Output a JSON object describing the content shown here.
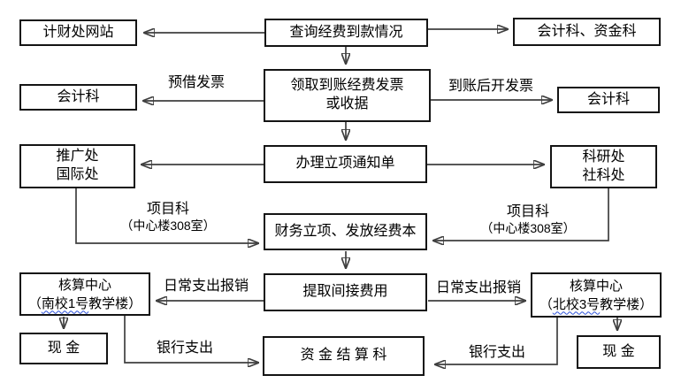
{
  "colors": {
    "box_border": "#141414",
    "arrow": "#3f3f3f",
    "arrowhead": "#000000",
    "wavy_underline": "#2b50d8",
    "background": "#ffffff",
    "text": "#000000"
  },
  "diagram": {
    "boxes": {
      "jicai_website": {
        "label": "计财处网站"
      },
      "query_funds": {
        "label": "查询经费到款情况"
      },
      "kuaiji_zijin": {
        "label": "会计科、资金科"
      },
      "kuaiji_left": {
        "label": "会计科"
      },
      "receive_invoice": {
        "lines": [
          "领取到账经费发票",
          "或收据"
        ]
      },
      "kuaiji_right": {
        "label": "会计科"
      },
      "tuiguang_guoji": {
        "lines": [
          "推广处",
          "国际处"
        ]
      },
      "banli_lixiang": {
        "label": "办理立项通知单"
      },
      "keyan_sheke": {
        "lines": [
          "科研处",
          "社科处"
        ]
      },
      "caiwu_lixiang": {
        "label": "财务立项、发放经费本"
      },
      "hesuan_south": {
        "line1": "核算中心",
        "line2_pre": "（",
        "line2_wavy": "南校1号",
        "line2_post": "教学楼）"
      },
      "tiqu_jianjie": {
        "label": "提取间接费用"
      },
      "hesuan_north": {
        "line1": "核算中心",
        "line2_pre": "（",
        "line2_wavy": "北校3号",
        "line2_post": "教学楼）"
      },
      "cash_south": {
        "label": "现 金"
      },
      "zijin_jiesuan": {
        "label": "资 金 结 算 科"
      },
      "cash_north": {
        "label": "现 金"
      }
    },
    "edge_labels": {
      "yujie_fapiao": "预借发票",
      "daozhang_kai_fapiao": "到账后开发票",
      "xiangmuke_left": {
        "lines": [
          "项目科",
          "（中心楼308室）"
        ]
      },
      "xiangmuke_right": {
        "lines": [
          "项目科",
          "（中心楼308室）"
        ]
      },
      "richang_left": "日常支出报销",
      "richang_right": "日常支出报销",
      "yinhang_left": "银行支出",
      "yinhang_right": "银行支出"
    }
  }
}
